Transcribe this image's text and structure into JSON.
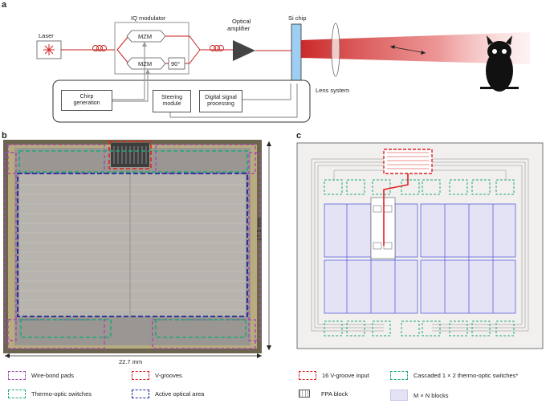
{
  "panels": {
    "a": "a",
    "b": "b",
    "c": "c"
  },
  "panel_a": {
    "laser": "Laser",
    "iq_modulator": "IQ modulator",
    "mzm_top": "MZM",
    "mzm_bottom": "MZM",
    "phase": "90°",
    "optical_amplifier_line1": "Optical",
    "optical_amplifier_line2": "amplifier",
    "si_chip": "Si chip",
    "chirp_line1": "Chirp",
    "chirp_line2": "generation",
    "steering_line1": "Steering",
    "steering_line2": "module",
    "dsp_line1": "Digital signal",
    "dsp_line2": "processing",
    "lens_system": "Lens system"
  },
  "panel_b": {
    "height_label": "17.5 mm",
    "width_label": "22.7 mm"
  },
  "panel_c": {
    "fpa_label": "FPA block"
  },
  "legend_b": [
    {
      "label": "Wire-bond pads",
      "color": "#a24bb0"
    },
    {
      "label": "V-grooves",
      "color": "#e02020"
    },
    {
      "label": "Thermo-optic switches",
      "color": "#1fa97a"
    },
    {
      "label": "Active optical area",
      "color": "#1f2a9a"
    }
  ],
  "legend_c": [
    {
      "label": "16 V-groove input",
      "color": "#e02020"
    },
    {
      "label": "Cascaded 1 × 2 thermo-optic switches*",
      "color": "#1fa97a"
    },
    {
      "label": "FPA block"
    },
    {
      "label": "M × N blocks"
    }
  ],
  "colors": {
    "beam": "#c81e1e",
    "chip": "#9ecff2",
    "block_fill": "#e4e3f5",
    "block_line": "#5a5fe0"
  }
}
